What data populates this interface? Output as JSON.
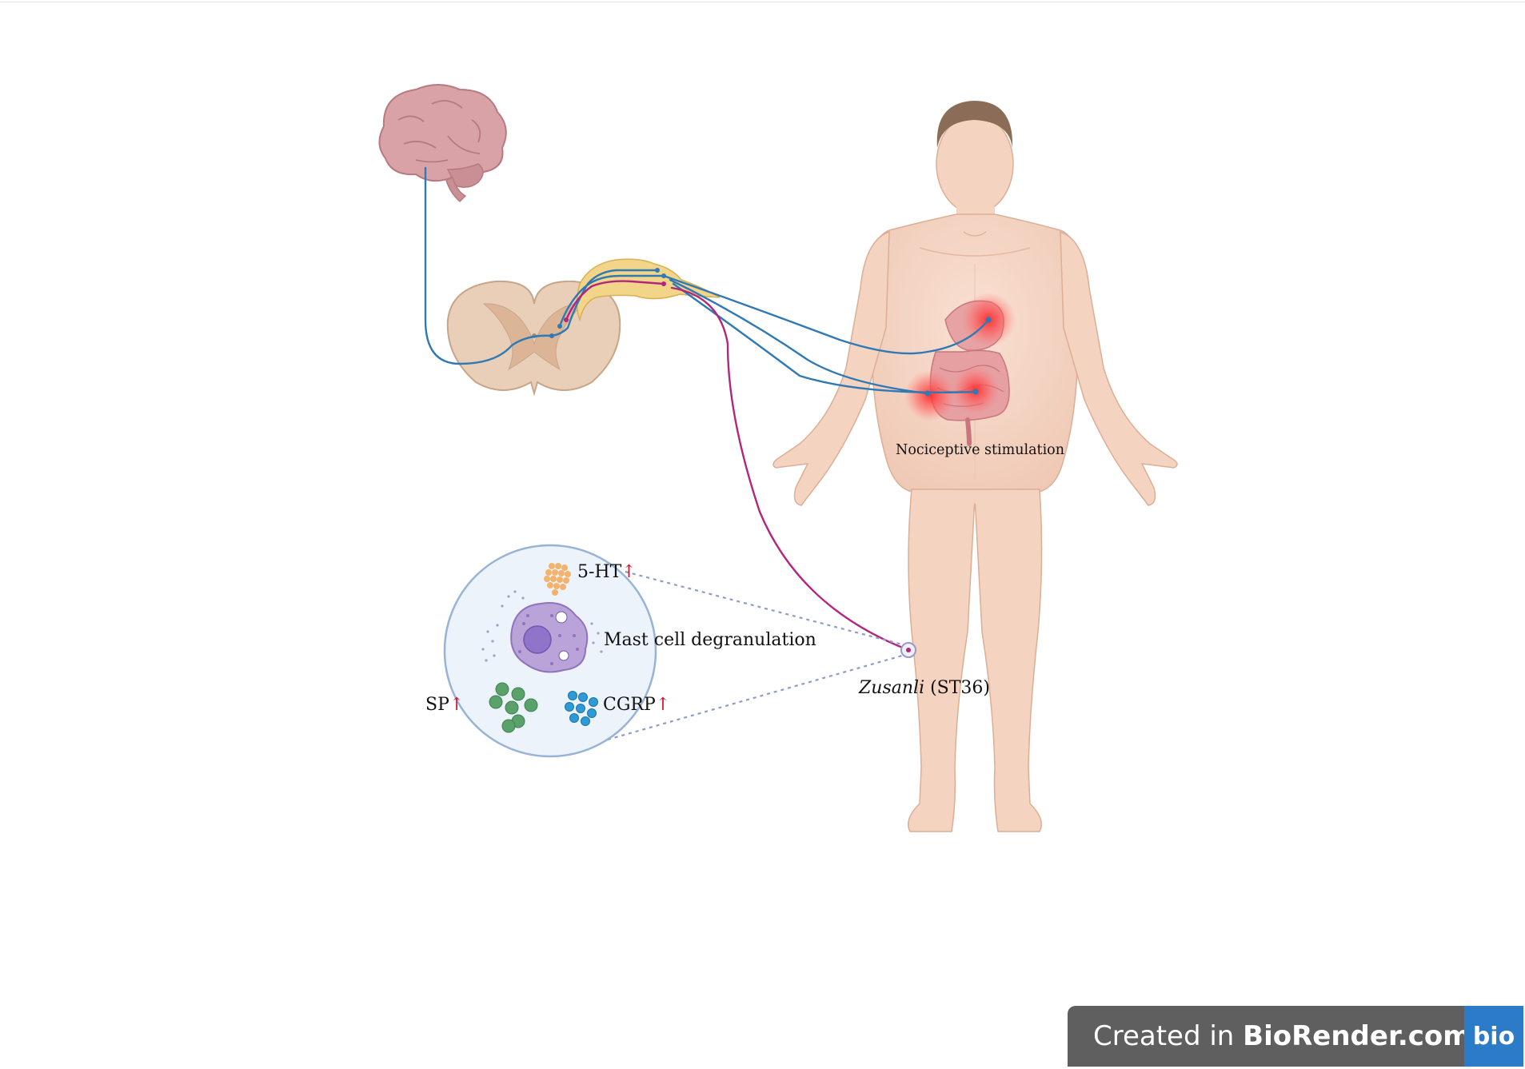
{
  "labels": {
    "nociceptive": "Nociceptive stimulation",
    "five_ht": "5-HT",
    "mast_cell": "Mast cell degranulation",
    "sp": "SP",
    "cgrp": "CGRP",
    "acupoint_italic": "Zusanli",
    "acupoint_code": " (ST36)",
    "up_arrow": "↑"
  },
  "badge": {
    "prefix": "Created in ",
    "brand": "BioRender.com",
    "logo": "bio"
  },
  "colors": {
    "nerve_blue": "#2f79b5",
    "nerve_magenta": "#b3267d",
    "skin": "#f6d7c7",
    "brain": "#d49a9f",
    "spinal": "#e8cfb9",
    "ganglion": "#f3d58a",
    "inflammation": "#ef3b3b",
    "inset_fill": "#edf3fb",
    "inset_stroke": "#98b3d6",
    "arrow": "#d0162a"
  }
}
